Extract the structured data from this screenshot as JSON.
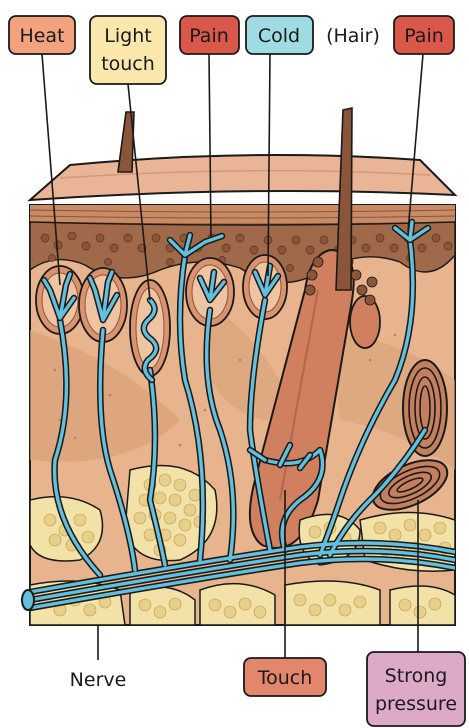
{
  "labels": {
    "heat": "Heat",
    "light_touch_line1": "Light",
    "light_touch_line2": "touch",
    "pain_left": "Pain",
    "cold": "Cold",
    "hair": "(Hair)",
    "pain_right": "Pain",
    "nerve": "Nerve",
    "touch": "Touch",
    "strong_pressure_line1": "Strong",
    "strong_pressure_line2": "pressure"
  },
  "colors": {
    "heat_box": "#f2a27c",
    "light_touch_box": "#fbe7ab",
    "pain_box": "#d9584a",
    "cold_box": "#9fdbe3",
    "touch_box": "#e3876c",
    "strong_pressure_box": "#dcaac8",
    "skin_surface": "#e9b596",
    "epidermis": "#b57a58",
    "dermis": "#e7b48d",
    "fat": "#f2e2a8",
    "nerve_fiber": "#63c0dd"
  }
}
